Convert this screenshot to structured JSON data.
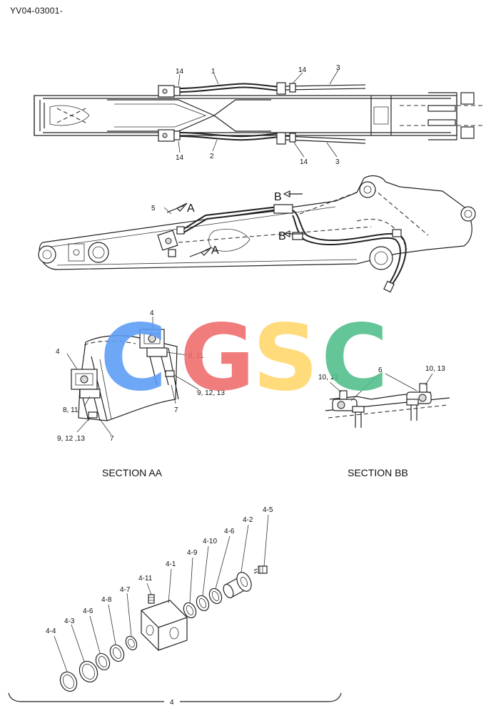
{
  "document": {
    "id": "YV04-03001-"
  },
  "watermark": {
    "letters": [
      {
        "char": "C",
        "color": "#5b9cf5"
      },
      {
        "char": "G",
        "color": "#f06b6b"
      },
      {
        "char": "S",
        "color": "#ffd76b"
      },
      {
        "char": "C",
        "color": "#4fbf8a"
      }
    ]
  },
  "top_view": {
    "callouts": {
      "hose_upper": "1",
      "hose_lower": "2",
      "pipe_upper": "3",
      "pipe_lower": "3",
      "clamp_upper_left": "14",
      "clamp_upper_mid": "14",
      "clamp_lower_left": "14",
      "clamp_lower_mid": "14"
    }
  },
  "side_view": {
    "callouts": {
      "part_5": "5",
      "section_a_upper": "A",
      "section_a_lower": "A",
      "section_b_upper": "B",
      "section_b_lower": "B"
    }
  },
  "section_aa": {
    "title": "SECTION AA",
    "callouts": {
      "block_top": "4",
      "block_left": "4",
      "bolt_top": "8, 11",
      "bolt_left": "8, 11",
      "nut_top": "9, 12, 13",
      "nut_left": "9, 12 ,13",
      "plate_top": "7",
      "plate_left": "7"
    }
  },
  "section_bb": {
    "title": "SECTION BB",
    "callouts": {
      "clamp_center": "6",
      "bolt_left": "10, 13",
      "bolt_right": "10, 13"
    }
  },
  "exploded_view": {
    "callouts": {
      "p4_1": "4-1",
      "p4_2": "4-2",
      "p4_3": "4-3",
      "p4_4": "4-4",
      "p4_5": "4-5",
      "p4_6_left": "4-6",
      "p4_6_right": "4-6",
      "p4_7": "4-7",
      "p4_8": "4-8",
      "p4_9": "4-9",
      "p4_10": "4-10",
      "p4_11": "4-11"
    },
    "assembly_label": "4"
  }
}
